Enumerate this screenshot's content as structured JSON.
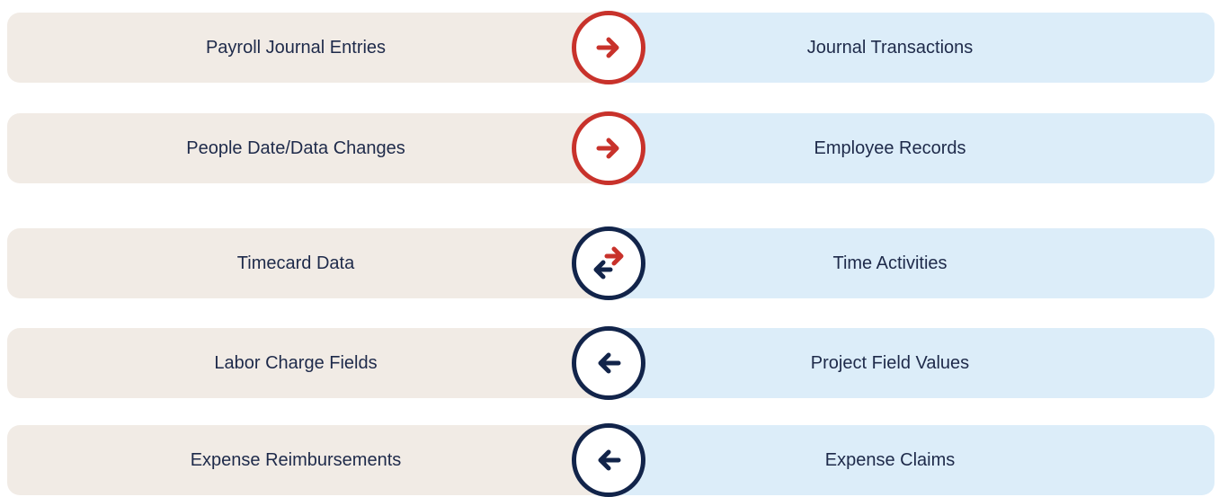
{
  "colors": {
    "left_fill": "#f1ebe5",
    "right_fill": "#dcedf9",
    "red": "#c8322b",
    "navy": "#12244a",
    "text": "#1e2a4a"
  },
  "rows": [
    {
      "left": "Payroll Journal Entries",
      "right": "Journal Transactions",
      "direction": "right",
      "ring_color": "red"
    },
    {
      "left": "People Date/Data Changes",
      "right": "Employee Records",
      "direction": "right",
      "ring_color": "red"
    },
    {
      "left": "Timecard Data",
      "right": "Time Activities",
      "direction": "both",
      "ring_color": "navy"
    },
    {
      "left": "Labor Charge Fields",
      "right": "Project Field Values",
      "direction": "left",
      "ring_color": "navy"
    },
    {
      "left": "Expense Reimbursements",
      "right": "Expense Claims",
      "direction": "left",
      "ring_color": "navy"
    }
  ],
  "icons": [
    "arrow-right-icon",
    "arrow-right-icon",
    "bidirectional-arrows-icon",
    "arrow-left-icon",
    "arrow-left-icon"
  ]
}
